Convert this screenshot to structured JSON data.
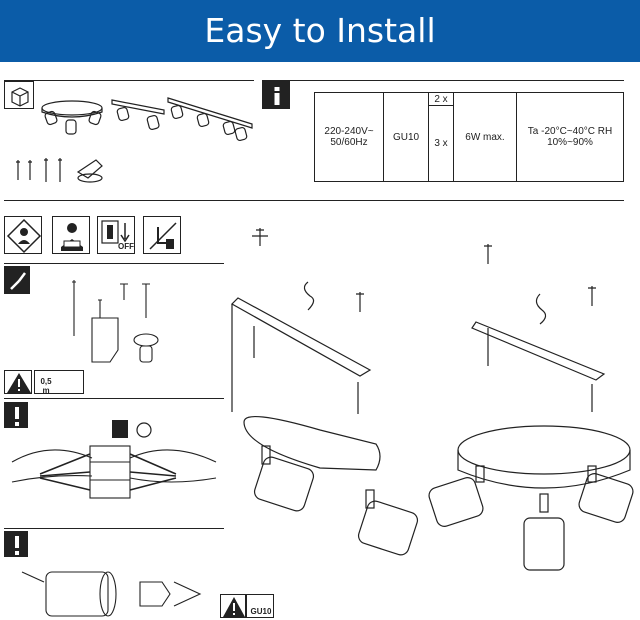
{
  "header": {
    "title": "Easy to Install",
    "color": "#0b5ca8"
  },
  "spec_table": {
    "voltage": "220-240V~ 50/60Hz",
    "socket": "GU10",
    "quantity_top": "2 x",
    "quantity_bottom": "3 x",
    "wattage": "6W max.",
    "conditions": "Ta -20°C~40°C RH 10%~90%"
  },
  "safety_icons": {
    "off_label": "OFF",
    "gu10_label": "GU10",
    "drill_label": "0,5 m"
  },
  "icons": [
    "box-icon",
    "info-icon",
    "caution-icon",
    "worker-icon",
    "reading-icon",
    "switch-off-icon",
    "no-touch-icon",
    "screwdriver-icon",
    "exclamation-icon",
    "warning-icon"
  ]
}
